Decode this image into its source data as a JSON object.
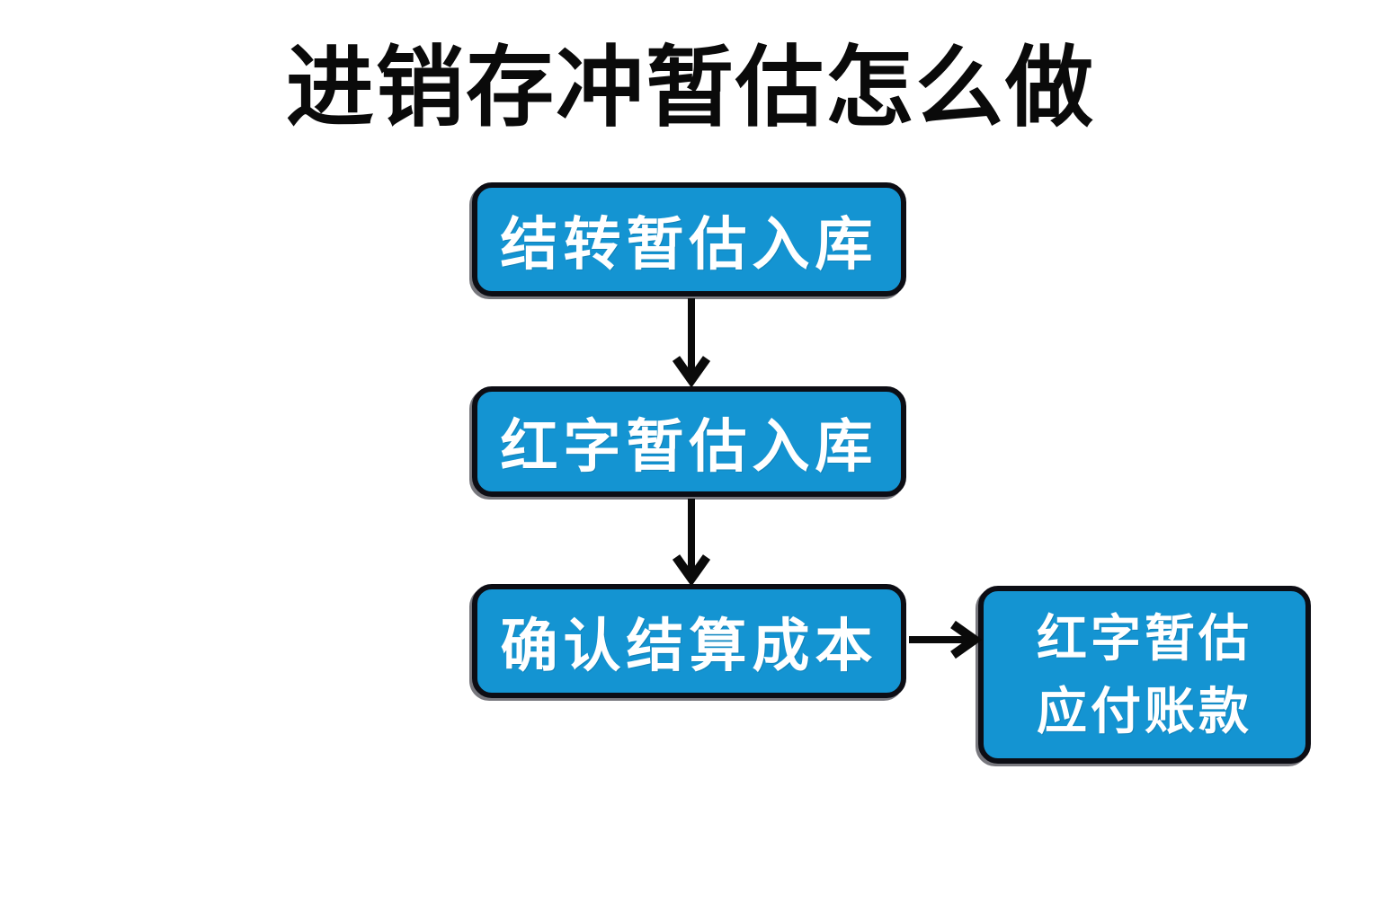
{
  "title": "进销存冲暂估怎么做",
  "colors": {
    "box_fill": "#1494d2",
    "box_border": "#0c0d14",
    "box_text": "#ffffff",
    "arrow": "#0a0a0a",
    "title_color": "#0a0a0a",
    "bg": "#ffffff"
  },
  "flowchart": {
    "type": "flowchart",
    "direction": "top-down with right branch",
    "nodes": [
      {
        "id": "step-1",
        "label": "结转暂估入库"
      },
      {
        "id": "step-2",
        "label": "红字暂估入库"
      },
      {
        "id": "step-3",
        "label": "确认结算成本"
      },
      {
        "id": "step-4",
        "label": "红字暂估\n应付账款"
      }
    ],
    "edges": [
      {
        "from": "step-1",
        "to": "step-2",
        "direction": "down"
      },
      {
        "from": "step-2",
        "to": "step-3",
        "direction": "down"
      },
      {
        "from": "step-3",
        "to": "step-4",
        "direction": "right"
      }
    ]
  }
}
